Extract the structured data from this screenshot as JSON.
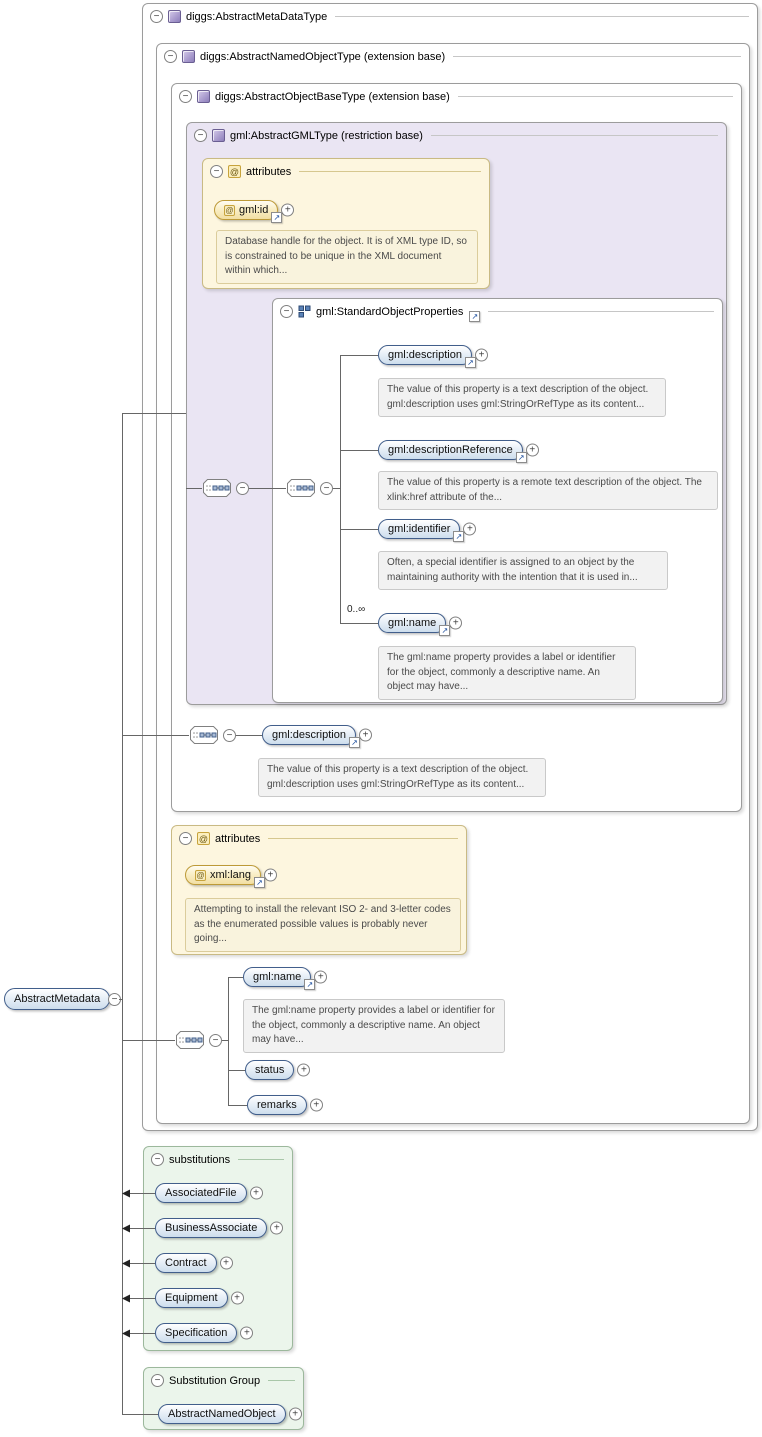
{
  "palette": {
    "element_border": "#415E8B",
    "element_fill": "#CDDDED",
    "attribute_border": "#BD9A38",
    "attributes_box_bg": "#FDF6DF",
    "restriction_box_bg": "#EAE5F3",
    "substitution_box_bg": "#EBF5EB",
    "annotation_bg": "#F2F2F2",
    "connector_color": "#666666"
  },
  "icons": {
    "collapse": "−",
    "expand": "+",
    "link": "↗",
    "at": "@"
  },
  "type_boxes": {
    "meta_data_type": {
      "label": "diggs:AbstractMetaDataType"
    },
    "named_object_type": {
      "label": "diggs:AbstractNamedObjectType (extension base)"
    },
    "object_base_type": {
      "label": "diggs:AbstractObjectBaseType (extension base)"
    },
    "gml_type": {
      "label": "gml:AbstractGMLType (restriction base)"
    }
  },
  "gml_attributes": {
    "header": "attributes",
    "attribute": {
      "name": "gml:id",
      "annotation": "Database handle for the object. It is of XML type ID, so is constrained to be unique in the XML document within which..."
    }
  },
  "standard_object_properties": {
    "header": "gml:StandardObjectProperties",
    "elements": [
      {
        "name": "gml:description",
        "annotation": "The value of this property is a text description of the object. gml:description uses gml:StringOrRefType as its content..."
      },
      {
        "name": "gml:descriptionReference",
        "annotation": "The value of this property is a remote text description of the object. The xlink:href attribute of the..."
      },
      {
        "name": "gml:identifier",
        "annotation": "Often, a special identifier is assigned to an object by the maintaining authority with the intention that it is used in..."
      },
      {
        "name": "gml:name",
        "cardinality": "0..∞",
        "annotation": "The gml:name property provides a label or identifier for the object, commonly a descriptive name. An object may have..."
      }
    ]
  },
  "object_base_content": {
    "element": {
      "name": "gml:description",
      "annotation": "The value of this property is a text description of the object. gml:description uses gml:StringOrRefType as its content..."
    }
  },
  "named_object_attributes": {
    "header": "attributes",
    "attribute": {
      "name": "xml:lang",
      "annotation": "Attempting to install the relevant ISO 2- and 3-letter codes as the enumerated possible values is probably never going..."
    }
  },
  "meta_data_content": {
    "elements": [
      {
        "name": "gml:name",
        "annotation": "The gml:name property provides a label or identifier for the object, commonly a descriptive name. An object may have..."
      },
      {
        "name": "status"
      },
      {
        "name": "remarks"
      }
    ]
  },
  "root_element": {
    "name": "AbstractMetadata"
  },
  "substitutions": {
    "header": "substitutions",
    "items": [
      {
        "name": "AssociatedFile"
      },
      {
        "name": "BusinessAssociate"
      },
      {
        "name": "Contract"
      },
      {
        "name": "Equipment"
      },
      {
        "name": "Specification"
      }
    ]
  },
  "substitution_group": {
    "header": "Substitution Group",
    "item": {
      "name": "AbstractNamedObject"
    }
  }
}
